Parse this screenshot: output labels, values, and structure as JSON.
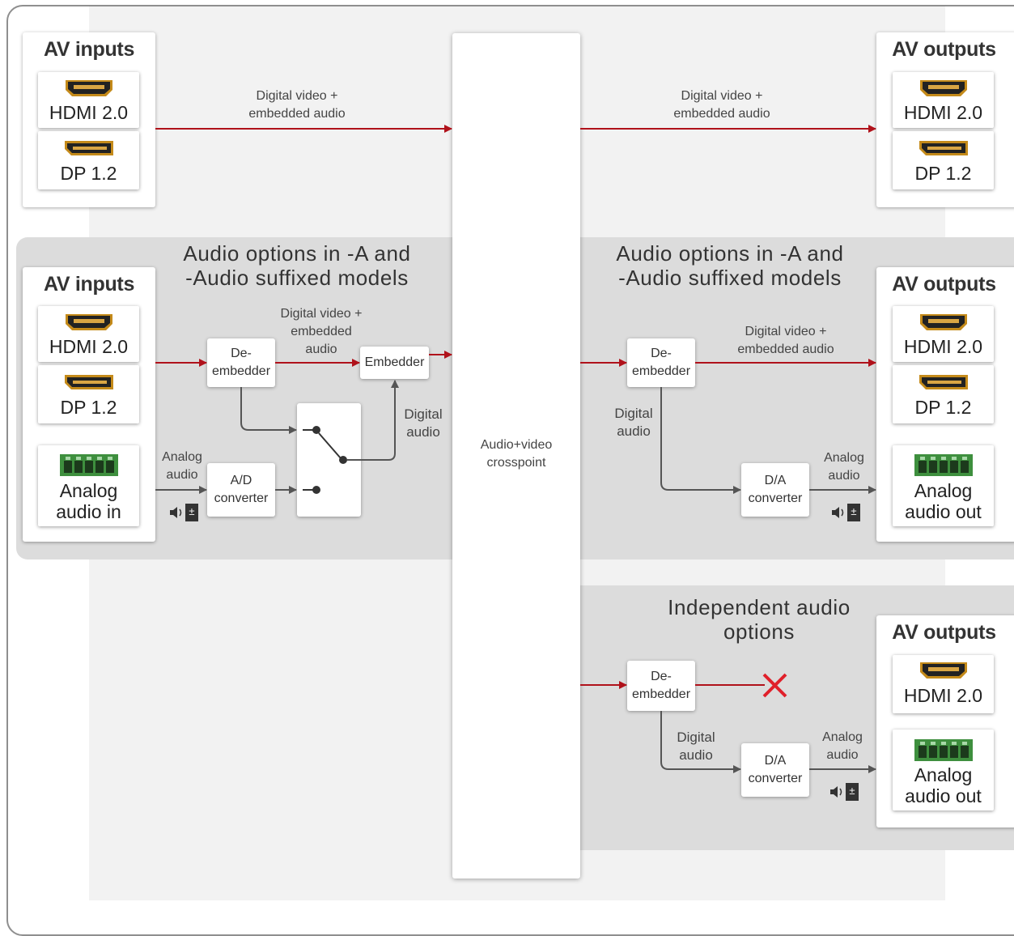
{
  "colors": {
    "signal_red": "#b0121b",
    "grey_arrow": "#555555",
    "panel_bg": "#dcdcdc",
    "terminal_green": "#3e8f3e",
    "cross_red": "#e0202a"
  },
  "top": {
    "inputs_title": "AV inputs",
    "in_ports": [
      "HDMI 2.0",
      "DP 1.2"
    ],
    "signal_in": [
      "Digital video +",
      "embedded audio"
    ],
    "signal_out": [
      "Digital video +",
      "embedded audio"
    ],
    "outputs_title": "AV outputs",
    "out_ports": [
      "HDMI 2.0",
      "DP 1.2"
    ]
  },
  "crosspoint": {
    "label": [
      "Audio+video",
      "crosspoint"
    ]
  },
  "mid_left": {
    "heading": [
      "Audio options in -A and",
      "-Audio suffixed models"
    ],
    "inputs_title": "AV inputs",
    "ports": [
      "HDMI 2.0",
      "DP 1.2"
    ],
    "analog_port": [
      "Analog",
      "audio in"
    ],
    "deembedder": [
      "De-",
      "embedder"
    ],
    "embedder": "Embedder",
    "ad_converter": [
      "A/D",
      "converter"
    ],
    "label_dv": [
      "Digital video +",
      "embedded",
      "audio"
    ],
    "label_digital": [
      "Digital",
      "audio"
    ],
    "label_analog": [
      "Analog",
      "audio"
    ],
    "volume_icon": "volume-adjust-icon"
  },
  "mid_right": {
    "heading": [
      "Audio options in -A and",
      "-Audio suffixed models"
    ],
    "outputs_title": "AV outputs",
    "ports": [
      "HDMI 2.0",
      "DP 1.2"
    ],
    "analog_port": [
      "Analog",
      "audio out"
    ],
    "deembedder": [
      "De-",
      "embedder"
    ],
    "da_converter": [
      "D/A",
      "converter"
    ],
    "label_dv": [
      "Digital video +",
      "embedded audio"
    ],
    "label_digital": [
      "Digital",
      "audio"
    ],
    "label_analog": [
      "Analog",
      "audio"
    ]
  },
  "bottom_right": {
    "heading": [
      "Independent audio",
      "options"
    ],
    "outputs_title": "AV outputs",
    "hdmi": "HDMI 2.0",
    "analog_port": [
      "Analog",
      "audio out"
    ],
    "deembedder": [
      "De-",
      "embedder"
    ],
    "da_converter": [
      "D/A",
      "converter"
    ],
    "label_digital": [
      "Digital",
      "audio"
    ],
    "label_analog": [
      "Analog",
      "audio"
    ]
  }
}
